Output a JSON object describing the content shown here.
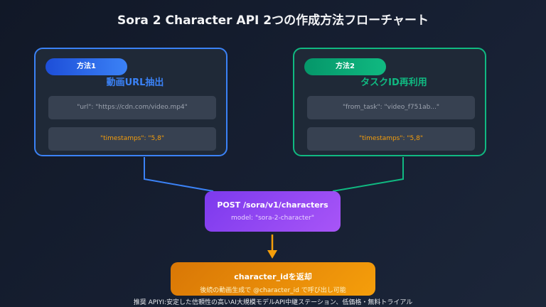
{
  "title": "Sora 2 Character API 2つの作成方法フローチャート",
  "methods": [
    {
      "badge": "方法1",
      "title": "動画URL抽出",
      "params": [
        "\"url\": \"https://cdn.com/video.mp4\"",
        "\"timestamps\": \"5,8\""
      ],
      "color": "#3b82f6"
    },
    {
      "badge": "方法2",
      "title": "タスクID再利用",
      "params": [
        "\"from_task\": \"video_f751ab...\"",
        "\"timestamps\": \"5,8\""
      ],
      "color": "#10b981"
    }
  ],
  "api": {
    "endpoint": "POST /sora/v1/characters",
    "model": "model: \"sora-2-character\"",
    "color": "#a855f7"
  },
  "result": {
    "title": "character_idを返却",
    "subtitle": "後続の動画生成で @character_id で呼び出し可能",
    "color": "#f59e0b"
  },
  "footer": "推奨 APIYI:安定した信頼性の高いAI大規模モデルAPI中継ステーション、低価格・無料トライアル"
}
